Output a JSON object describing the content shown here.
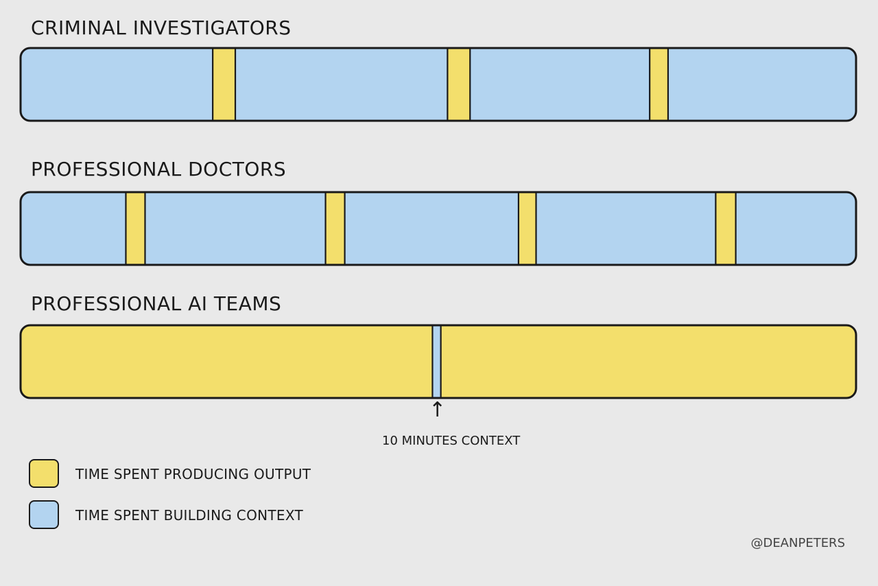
{
  "colors": {
    "output": "#f3df6c",
    "context": "#b3d4f0",
    "outline": "#1a1a1a",
    "background": "#e9e9e9"
  },
  "rows": [
    {
      "title": "CRIMINAL INVESTIGATORS",
      "segments": [
        {
          "kind": "context",
          "fraction": 0.23
        },
        {
          "kind": "output",
          "fraction": 0.027
        },
        {
          "kind": "context",
          "fraction": 0.254
        },
        {
          "kind": "output",
          "fraction": 0.027
        },
        {
          "kind": "context",
          "fraction": 0.215
        },
        {
          "kind": "output",
          "fraction": 0.022
        },
        {
          "kind": "context",
          "fraction": 0.225
        }
      ]
    },
    {
      "title": "PROFESSIONAL DOCTORS",
      "segments": [
        {
          "kind": "context",
          "fraction": 0.126
        },
        {
          "kind": "output",
          "fraction": 0.023
        },
        {
          "kind": "context",
          "fraction": 0.216
        },
        {
          "kind": "output",
          "fraction": 0.023
        },
        {
          "kind": "context",
          "fraction": 0.208
        },
        {
          "kind": "output",
          "fraction": 0.021
        },
        {
          "kind": "context",
          "fraction": 0.215
        },
        {
          "kind": "output",
          "fraction": 0.024
        },
        {
          "kind": "context",
          "fraction": 0.144
        }
      ]
    },
    {
      "title": "PROFESSIONAL AI TEAMS",
      "segments": [
        {
          "kind": "output",
          "fraction": 0.493
        },
        {
          "kind": "context",
          "fraction": 0.01
        },
        {
          "kind": "output",
          "fraction": 0.497
        }
      ]
    }
  ],
  "annotation": {
    "text": "10 MINUTES CONTEXT",
    "arrow": "↑"
  },
  "legend": [
    {
      "kind": "output",
      "label": "TIME SPENT PRODUCING OUTPUT"
    },
    {
      "kind": "context",
      "label": "TIME SPENT BUILDING CONTEXT"
    }
  ],
  "credit": "@DEANPETERS"
}
